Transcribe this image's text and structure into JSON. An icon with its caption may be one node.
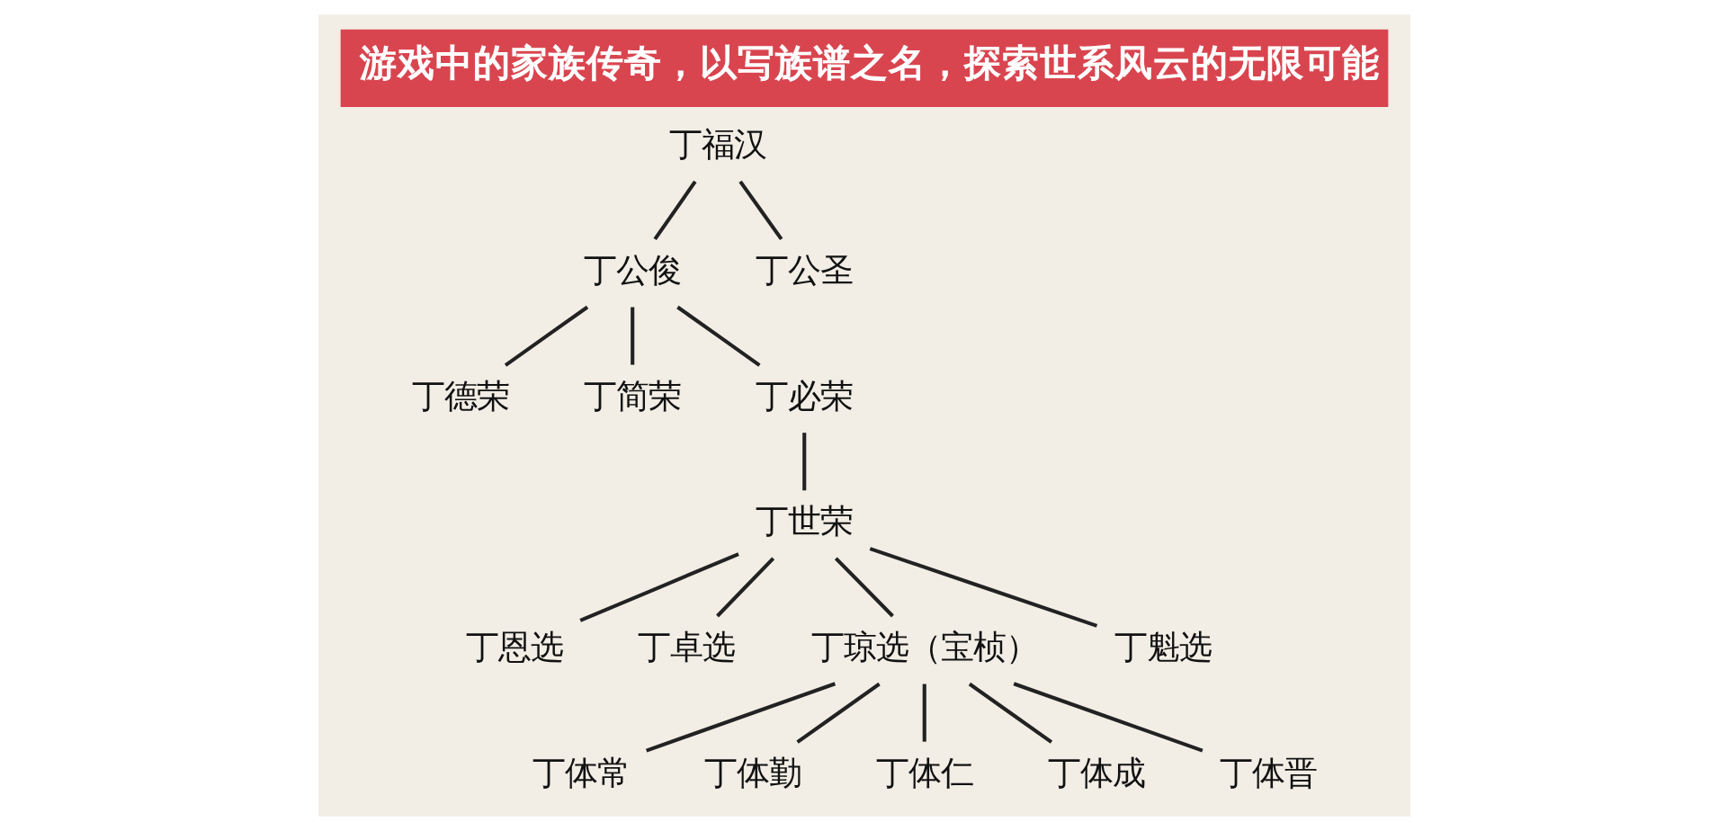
{
  "diagram": {
    "title": "游戏中的家族传奇，以写族谱之名，探索世系风云的无限可能",
    "nodes": [
      {
        "text": [
          "丁福汉"
        ]
      },
      {
        "text": [
          "丁公俊"
        ]
      },
      {
        "text": [
          "丁公圣"
        ]
      },
      {
        "text": [
          "丁德荣"
        ]
      },
      {
        "text": [
          "丁简荣"
        ]
      },
      {
        "text": [
          "丁必荣"
        ]
      },
      {
        "text": [
          "丁世荣"
        ]
      },
      {
        "text": [
          "丁恩选"
        ]
      },
      {
        "text": [
          "丁卓选"
        ]
      },
      {
        "text": [
          "丁琼选（宝桢）"
        ]
      },
      {
        "text": [
          "丁魁选"
        ]
      },
      {
        "text": [
          "丁体常"
        ]
      },
      {
        "text": [
          "丁体勤"
        ]
      },
      {
        "text": [
          "丁体仁"
        ]
      },
      {
        "text": [
          "丁体成"
        ]
      },
      {
        "text": [
          "丁体晋"
        ]
      }
    ],
    "edges": [
      {
        "from": 0,
        "to": 1,
        "arrow": "none"
      },
      {
        "from": 0,
        "to": 2,
        "arrow": "none"
      },
      {
        "from": 1,
        "to": 3,
        "arrow": "none"
      },
      {
        "from": 1,
        "to": 4,
        "arrow": "none"
      },
      {
        "from": 1,
        "to": 5,
        "arrow": "none"
      },
      {
        "from": 5,
        "to": 6,
        "arrow": "none"
      },
      {
        "from": 6,
        "to": 7,
        "arrow": "none"
      },
      {
        "from": 6,
        "to": 8,
        "arrow": "none"
      },
      {
        "from": 6,
        "to": 9,
        "arrow": "none"
      },
      {
        "from": 6,
        "to": 10,
        "arrow": "none"
      },
      {
        "from": 9,
        "to": 11,
        "arrow": "none"
      },
      {
        "from": 9,
        "to": 12,
        "arrow": "none"
      },
      {
        "from": 9,
        "to": 13,
        "arrow": "none"
      },
      {
        "from": 9,
        "to": 14,
        "arrow": "none"
      },
      {
        "from": 9,
        "to": 15,
        "arrow": "none"
      }
    ]
  }
}
